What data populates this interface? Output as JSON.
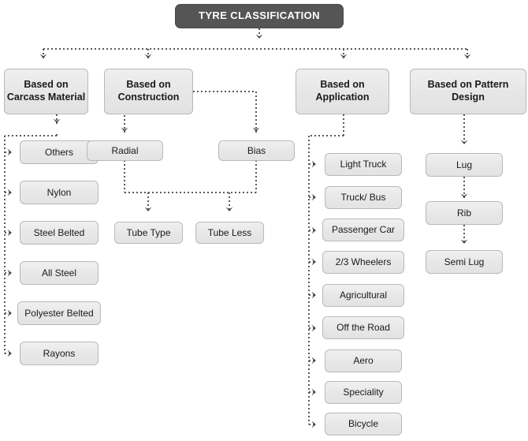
{
  "diagram": {
    "title": "TYRE CLASSIFICATION",
    "colors": {
      "title_fill": "#555555",
      "title_text": "#ffffff",
      "node_fill": "#e9e9e9",
      "node_border": "#b9b9b9",
      "node_text": "#1a1a1a",
      "connector": "#595959",
      "background": "#ffffff"
    },
    "categories": [
      {
        "label": "Based on Carcass Material"
      },
      {
        "label": "Based on Construction"
      },
      {
        "label": "Based on Application"
      },
      {
        "label": "Based on Pattern Design"
      }
    ],
    "carcass_material": {
      "items": [
        {
          "label": "Nylon"
        },
        {
          "label": "Steel Belted"
        },
        {
          "label": "All Steel"
        },
        {
          "label": "Polyester Belted"
        },
        {
          "label": "Rayons"
        },
        {
          "label": "Others"
        }
      ]
    },
    "construction": {
      "items": [
        {
          "label": "Radial"
        },
        {
          "label": "Bias"
        }
      ],
      "sub_items": [
        {
          "label": "Tube Type"
        },
        {
          "label": "Tube Less"
        }
      ]
    },
    "application": {
      "items": [
        {
          "label": "Light Truck"
        },
        {
          "label": "Truck/ Bus"
        },
        {
          "label": "Passenger Car"
        },
        {
          "label": "2/3 Wheelers"
        },
        {
          "label": "Agricultural"
        },
        {
          "label": "Off the Road"
        },
        {
          "label": "Aero"
        },
        {
          "label": "Speciality"
        },
        {
          "label": "Bicycle"
        }
      ]
    },
    "pattern_design": {
      "items": [
        {
          "label": "Lug"
        },
        {
          "label": "Rib"
        },
        {
          "label": "Semi Lug"
        }
      ]
    }
  }
}
